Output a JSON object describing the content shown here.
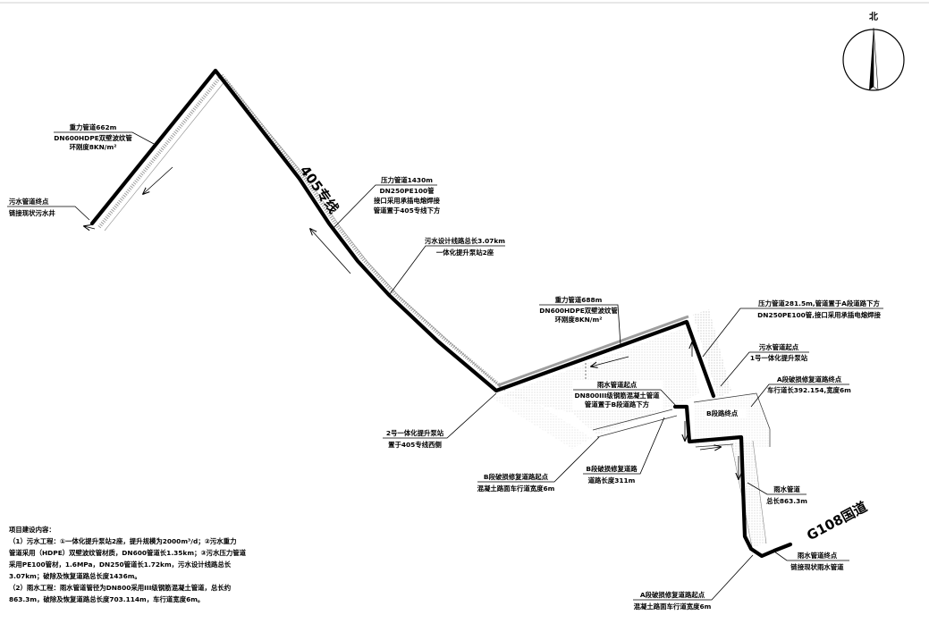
{
  "drawing": {
    "north_label": "北",
    "road_405": "405专线",
    "road_g108": "G108国道"
  },
  "labels": {
    "sewage_end": [
      "污水管道终点",
      "链接现状污水井"
    ],
    "gravity_pipe_1": [
      "重力管道662m",
      "DN600HDPE双壁波纹管",
      "环刚度8KN/m²"
    ],
    "pressure_pipe_1": [
      "压力管道1430m",
      "DN250PE100管",
      "接口采用承插电熔焊接",
      "管道置于405专线下方"
    ],
    "sewage_total": [
      "污水设计线路总长3.07km",
      "一体化提升泵站2座"
    ],
    "gravity_pipe_2": [
      "重力管道688m",
      "DN600HDPE双壁波纹管",
      "环刚度8KN/m²"
    ],
    "pressure_pipe_2": [
      "压力管道281.5m,管道置于A段道路下方",
      "DN250PE100管,接口采用承插电熔焊接"
    ],
    "sewage_start": [
      "污水管道起点",
      "1号一体化提升泵站"
    ],
    "road_a_end": [
      "A段破损修复道路终点",
      "车行道长392.154,宽度6m"
    ],
    "rain_start": [
      "雨水管道起点",
      "DN800III级钢筋混凝土管道",
      "管道置于B段道路下方"
    ],
    "road_b_end": [
      "B段路终点"
    ],
    "pump_station_2": [
      "2号一体化提升泵站",
      "置于405专线西侧"
    ],
    "road_b_start": [
      "B段破损修复道路起点",
      "混凝土路面车行道宽度6m"
    ],
    "road_b": [
      "B段破损修复道路",
      "道路长度311m"
    ],
    "rain_pipe": [
      "雨水管道",
      "总长863.3m"
    ],
    "rain_end": [
      "雨水管道终点",
      "链接现状雨水管道"
    ],
    "road_a_start": [
      "A段破损修复道路起点",
      "混凝土路面车行道宽度6m"
    ]
  },
  "project_description": {
    "title": "项目建设内容：",
    "lines": [
      "（1）污水工程：①一体化提升泵站2座，提升规模为2000m³/d；②污水重力",
      "管道采用（HDPE）双壁波纹管材质，DN600管道长1.35km；③污水压力管道",
      "采用PE100管材，1.6MPa，DN250管道长1.72km，污水设计线路总长",
      "3.07km；破除及恢复道路总长度1436m。",
      "（2）雨水工程：雨水管道管径为DN800采用III级钢筋混凝土管道，总长约",
      "863.3m，破除及恢复道路总长度703.114m，车行道宽度6m。"
    ]
  },
  "colors": {
    "pipe": "#000000",
    "road_hatch": "#9e9e9e",
    "text": "#000000"
  }
}
